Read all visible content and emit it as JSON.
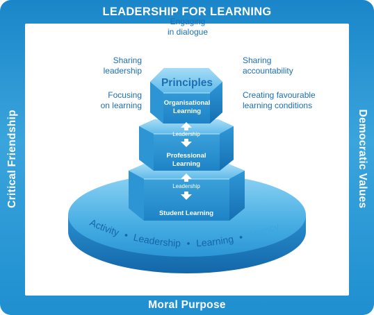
{
  "frame": {
    "top_title": "LEADERSHIP FOR LEARNING",
    "bottom_title": "Moral Purpose",
    "left_title": "Critical Friendship",
    "right_title": "Democratic Values"
  },
  "principles": {
    "header": "Principles",
    "items": [
      "Engaging\nin dialogue",
      "Sharing\nleadership",
      "Sharing\naccountability",
      "Focusing\non learning",
      "Creating favourable\nlearning conditions"
    ]
  },
  "tiers": {
    "top": [
      "Organisational",
      "Learning"
    ],
    "middle": [
      "Professional",
      "Learning"
    ],
    "bottom": "Student Learning",
    "connector": "Leadership"
  },
  "base": {
    "words": [
      "Activity",
      "Leadership",
      "Learning",
      "Agency"
    ],
    "separator": "•"
  },
  "colors": {
    "frame_blue": "#1f8fd0",
    "label_blue": "#1c6fb0",
    "hex_light": "#7ccaf0",
    "hex_mid": "#35a3dd",
    "hex_dark": "#1578bc"
  }
}
